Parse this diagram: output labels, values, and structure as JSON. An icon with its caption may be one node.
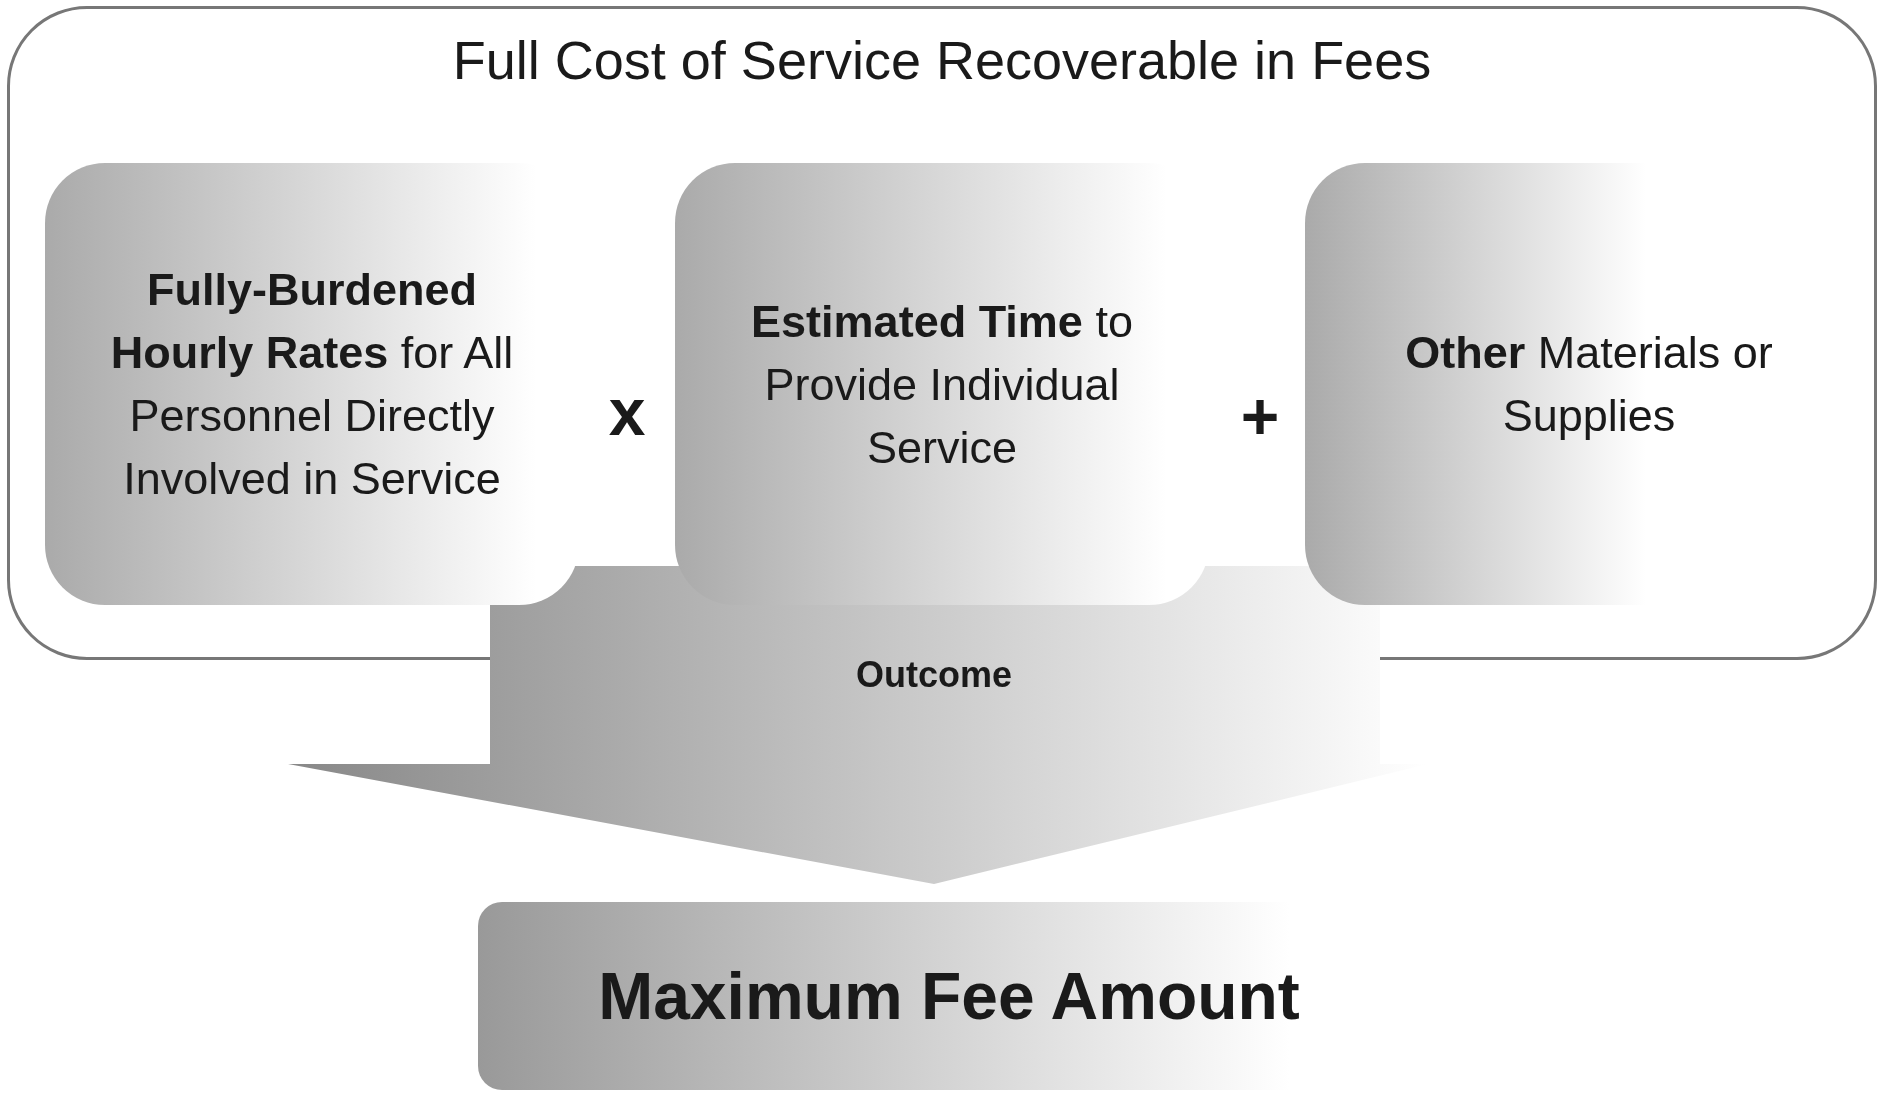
{
  "diagram": {
    "nodes": [
      {
        "text": [
          "Full Cost of Service Recoverable in Fees"
        ]
      },
      {
        "text": [
          "**Fully-Burdened Hourly Rates** for All Personnel Directly Involved in Service"
        ],
        "in": 0
      },
      {
        "text": [
          "**Estimated Time** to Provide Individual Service"
        ],
        "in": 0
      },
      {
        "text": [
          "**Other** Materials or Supplies"
        ],
        "in": 0
      },
      {
        "text": [
          "Maximum Fee Amount"
        ]
      }
    ],
    "edges": [
      {
        "from": 0,
        "to": 4,
        "arrow": "to",
        "label": "Outcome",
        "style": "thick"
      }
    ],
    "labels": [
      "x",
      "+"
    ]
  }
}
